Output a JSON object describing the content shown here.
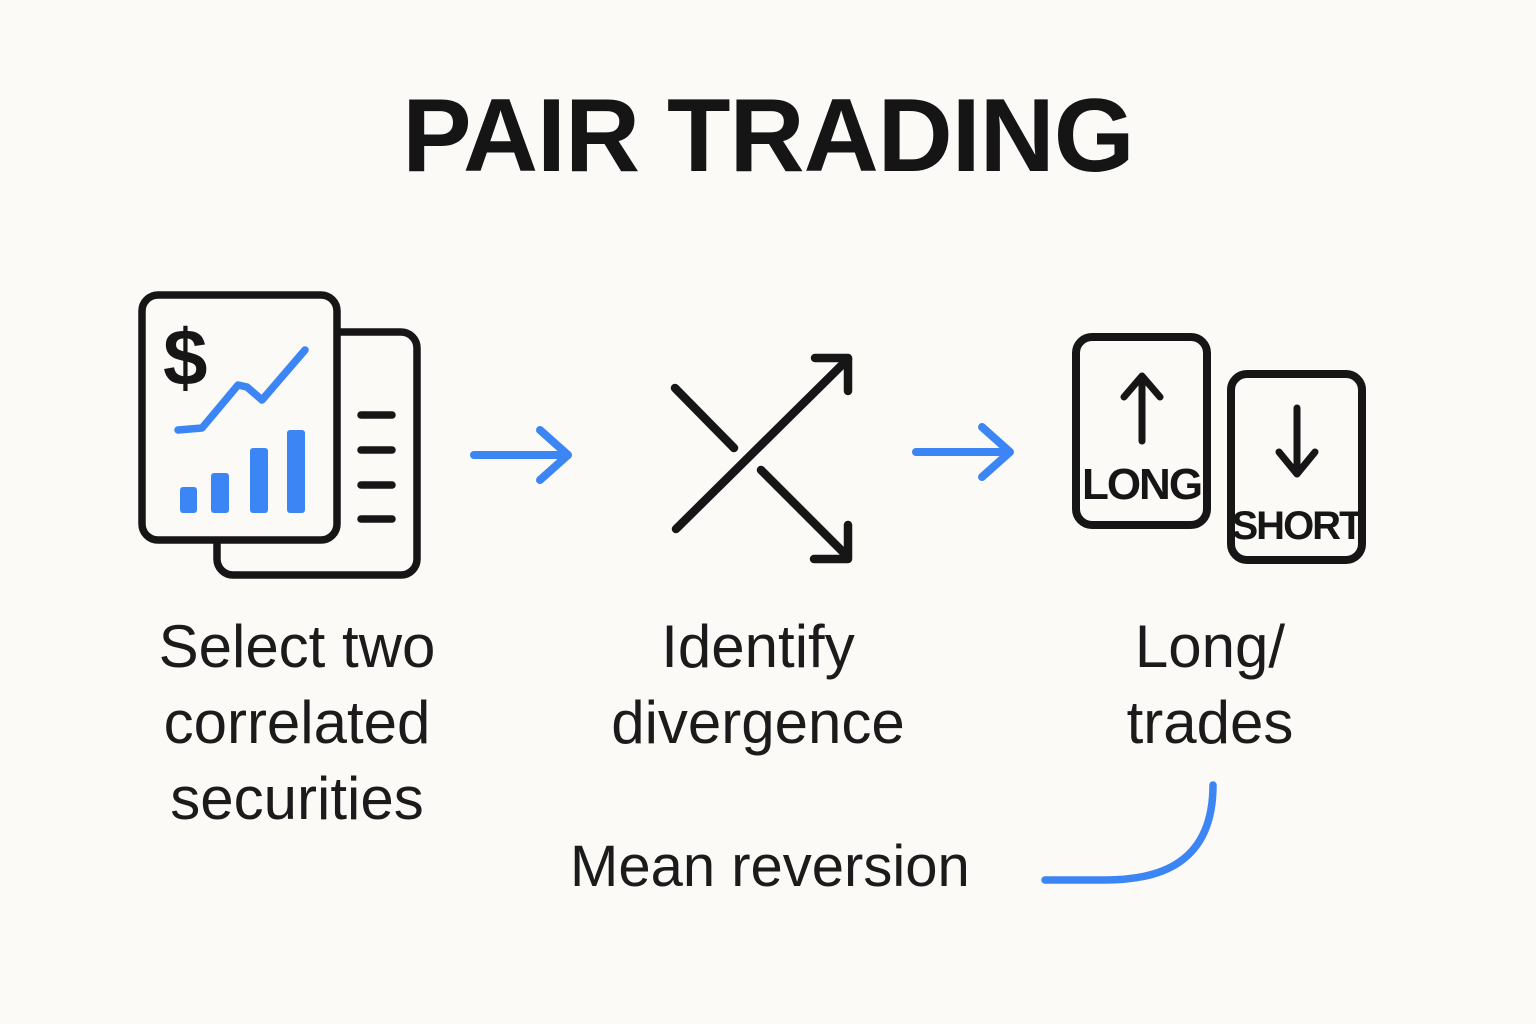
{
  "title": "PAIR TRADING",
  "colors": {
    "accent_blue": "#3C85F4",
    "ink": "#161616",
    "background": "#FBFAF7"
  },
  "steps": [
    {
      "caption": "Select two\ncorrelated\nsecurities",
      "icon": "documents-with-chart-icon",
      "dollar_glyph": "$"
    },
    {
      "caption": "Identify\ndivergence",
      "icon": "crossing-arrows-icon"
    },
    {
      "caption": "Long/\ntrades",
      "icon": "long-short-cards-icon",
      "long_label": "LONG",
      "short_label": "SHORT"
    }
  ],
  "flow": {
    "arrow_icon": "right-arrow-icon"
  },
  "annotation": {
    "label": "Mean reversion",
    "connector": "curved-line-to-trades"
  }
}
